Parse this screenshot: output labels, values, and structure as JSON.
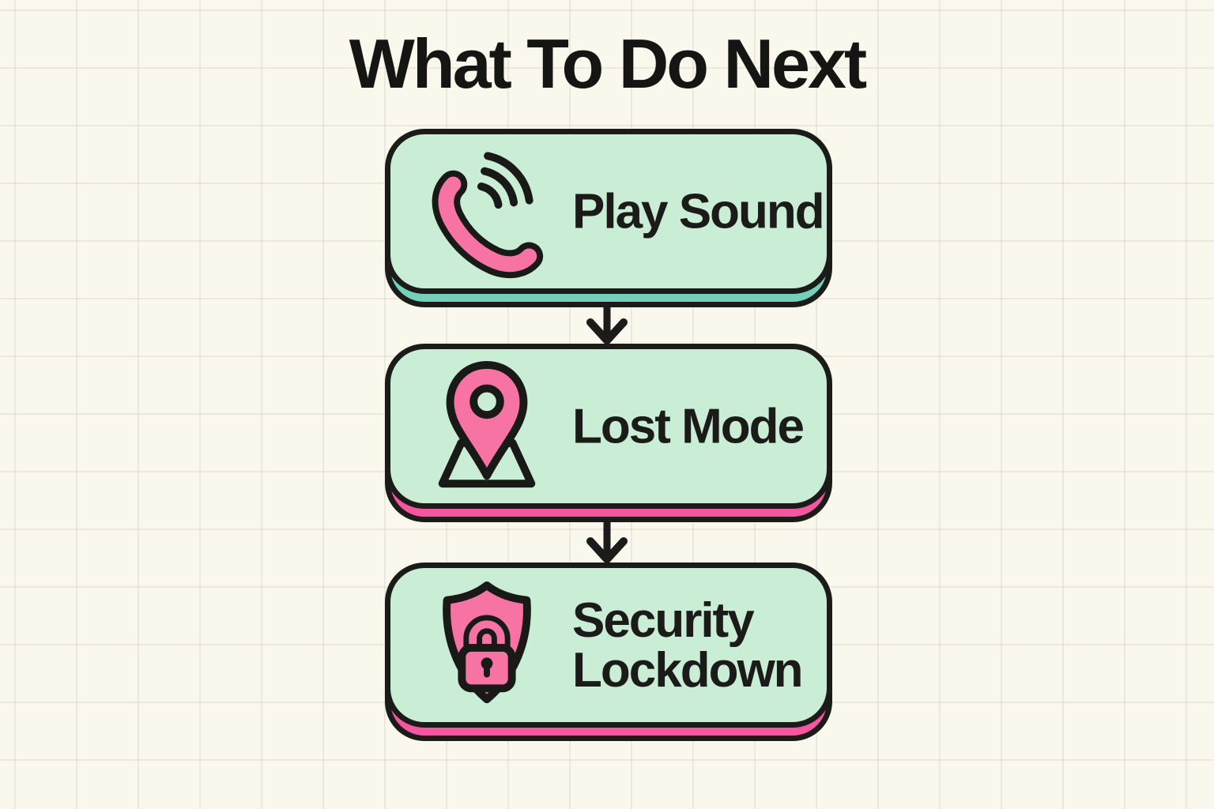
{
  "title": "What To Do Next",
  "steps": [
    {
      "label": "Play Sound",
      "icon": "phone-ringing-icon",
      "shadow_color": "#74d0b9"
    },
    {
      "label": "Lost Mode",
      "icon": "location-pin-icon",
      "shadow_color": "#f4579d"
    },
    {
      "label": "Security Lockdown",
      "icon": "shield-lock-icon",
      "shadow_color": "#f4579d"
    }
  ],
  "colors": {
    "background": "#faf7ec",
    "grid_line": "#e9e6dd",
    "card_fill": "#c9edd5",
    "outline": "#1b1b19",
    "accent_pink": "#f773a4",
    "shadow_teal": "#74d0b9",
    "shadow_pink": "#f4579d",
    "title_text": "#151514",
    "label_text": "#1b1b1a"
  }
}
